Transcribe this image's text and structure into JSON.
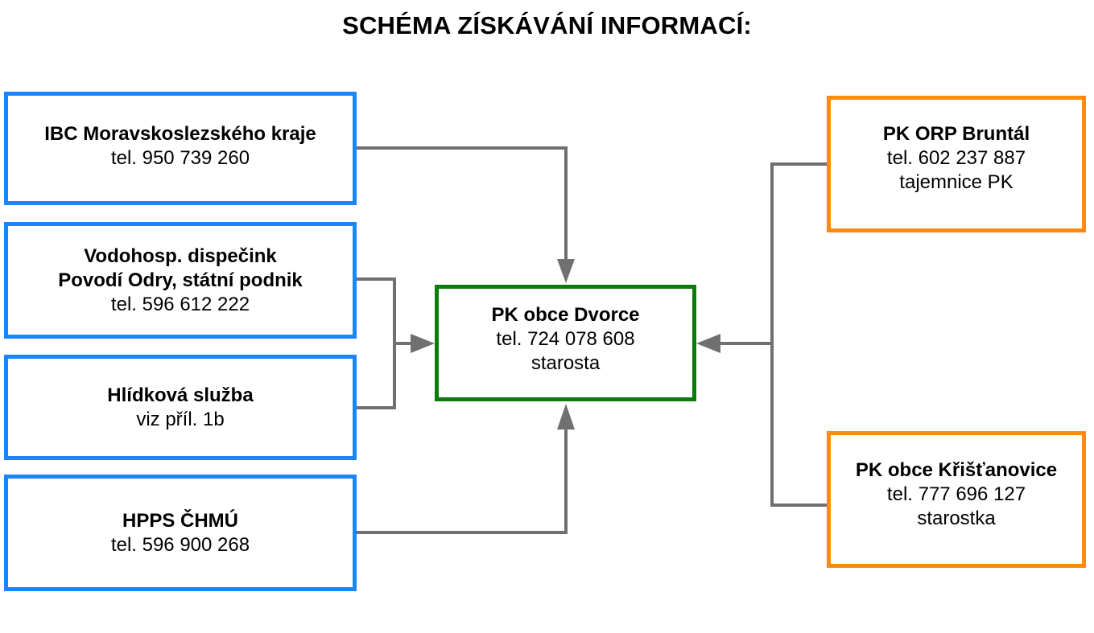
{
  "title": "SCHÉMA ZÍSKÁVÁNÍ INFORMACÍ:",
  "colors": {
    "source_border": "#1a85ff",
    "center_border": "#0a7d0a",
    "contact_border": "#ff8a12",
    "connector": "#707070"
  },
  "boxes": {
    "ibc": {
      "name": "IBC Moravskoslezského kraje",
      "lines": [
        "tel. 950 739 260"
      ]
    },
    "vodohosp": {
      "name_lines": [
        "Vodohosp. dispečink",
        "Povodí Odry, státní podnik"
      ],
      "lines": [
        "tel. 596 612 222"
      ]
    },
    "hlidkova": {
      "name": "Hlídková služba",
      "lines": [
        "viz příl. 1b"
      ]
    },
    "hpps": {
      "name": "HPPS ČHMÚ",
      "lines": [
        "tel. 596 900 268"
      ]
    },
    "dvorce": {
      "name": "PK obce Dvorce",
      "lines": [
        "tel. 724 078 608",
        "starosta"
      ]
    },
    "bruntal": {
      "name": "PK ORP Bruntál",
      "lines": [
        "tel. 602 237 887",
        "tajemnice PK"
      ]
    },
    "kristanovice": {
      "name": "PK obce Křišťanovice",
      "lines": [
        "tel. 777 696 127",
        "starostka"
      ]
    }
  }
}
